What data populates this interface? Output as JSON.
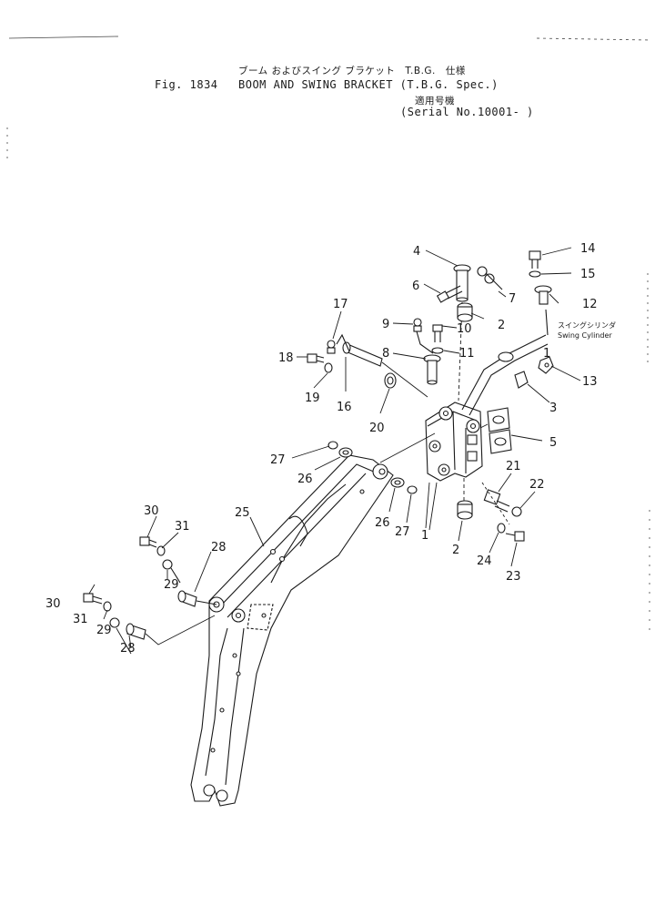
{
  "header": {
    "fig_number": "Fig. 1834",
    "title_jp": "ブーム およびスイング ブラケット　T.B.G.　仕様",
    "title_en": "BOOM AND SWING BRACKET (T.B.G. Spec.)",
    "serial_jp": "適用号機",
    "serial_en": "(Serial No.10001- )"
  },
  "annotation": {
    "jp": "スイングシリンダ",
    "en": "Swing Cylinder"
  },
  "callouts": {
    "c1": "1",
    "c1b": "1",
    "c2": "2",
    "c2b": "2",
    "c3": "3",
    "c4": "4",
    "c5": "5",
    "c6": "6",
    "c7": "7",
    "c8": "8",
    "c9": "9",
    "c10": "10",
    "c11": "11",
    "c12": "12",
    "c13": "13",
    "c14": "14",
    "c15": "15",
    "c16": "16",
    "c17": "17",
    "c18": "18",
    "c19": "19",
    "c20": "20",
    "c21": "21",
    "c22": "22",
    "c23": "23",
    "c24": "24",
    "c25": "25",
    "c26a": "26",
    "c26b": "26",
    "c27a": "27",
    "c27b": "27",
    "c28a": "28",
    "c28b": "28",
    "c29a": "29",
    "c29b": "29",
    "c30a": "30",
    "c30b": "30",
    "c31a": "31",
    "c31b": "31"
  }
}
